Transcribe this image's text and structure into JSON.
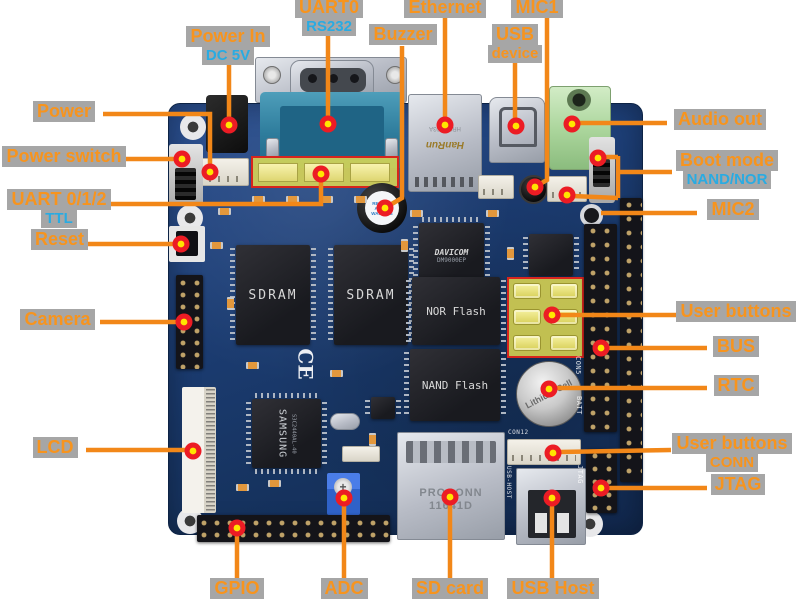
{
  "colors": {
    "label_orange": "#f7941e",
    "label_blue": "#29abe2",
    "label_background": "#a6a6a6",
    "callout_line": "#f28718",
    "marker_red": "#ec1c24",
    "marker_yellow": "#ffe600",
    "pcb_blue": "#1a3a6f",
    "highlight_yellow": "#e8e150",
    "highlight_border_red": "#d8251d"
  },
  "labels": {
    "power": {
      "text": "Power"
    },
    "power_switch": {
      "text": "Power switch"
    },
    "uart_ttl": {
      "text": "UART 0/1/2",
      "sub": "TTL"
    },
    "reset": {
      "text": "Reset"
    },
    "camera": {
      "text": "Camera"
    },
    "lcd": {
      "text": "LCD"
    },
    "power_in": {
      "text": "Power In",
      "sub": "DC 5V"
    },
    "uart0": {
      "text": "UART0",
      "sub": "RS232"
    },
    "buzzer": {
      "text": "Buzzer"
    },
    "ethernet": {
      "text": "Ethernet"
    },
    "mic1": {
      "text": "MIC1"
    },
    "usb_device": {
      "text": "USB",
      "sub": "device"
    },
    "audio_out": {
      "text": "Audio out"
    },
    "boot_mode": {
      "text": "Boot mode",
      "sub": "NAND/NOR"
    },
    "mic2": {
      "text": "MIC2"
    },
    "user_buttons": {
      "text": "User buttons"
    },
    "bus": {
      "text": "BUS"
    },
    "rtc": {
      "text": "RTC"
    },
    "user_buttons_conn": {
      "text": "User buttons",
      "sub": "CONN"
    },
    "jtag": {
      "text": "JTAG"
    },
    "gpio": {
      "text": "GPIO"
    },
    "adc": {
      "text": "ADC"
    },
    "sd_card": {
      "text": "SD card"
    },
    "usb_host": {
      "text": "USB Host"
    }
  },
  "board": {
    "sdram": "SDRAM",
    "nor_flash": "NOR Flash",
    "nand_flash": "NAND Flash",
    "cpu_brand": "SAMSUNG",
    "cpu_part": "S3C2440AL-40",
    "eth_chip_brand": "DAVICOM",
    "eth_chip_part": "DM9000EP",
    "battery_text": "Lithium Cell",
    "eth_jack_brand": "HanRun",
    "eth_jack_part": "HR911103A",
    "sd_slot_brand": "PROCONN",
    "sd_slot_part": "11641D",
    "buzzer_sticker_line1": "REMOVE",
    "buzzer_sticker_line2": "AFTER",
    "buzzer_sticker_line3": "WASHING",
    "ce_mark": "CE",
    "silk_con5": "CON5",
    "silk_batt": "BATT",
    "silk_jtag": "JTAG",
    "silk_con12": "CON12",
    "silk_usb_host": "USB-HOST"
  }
}
